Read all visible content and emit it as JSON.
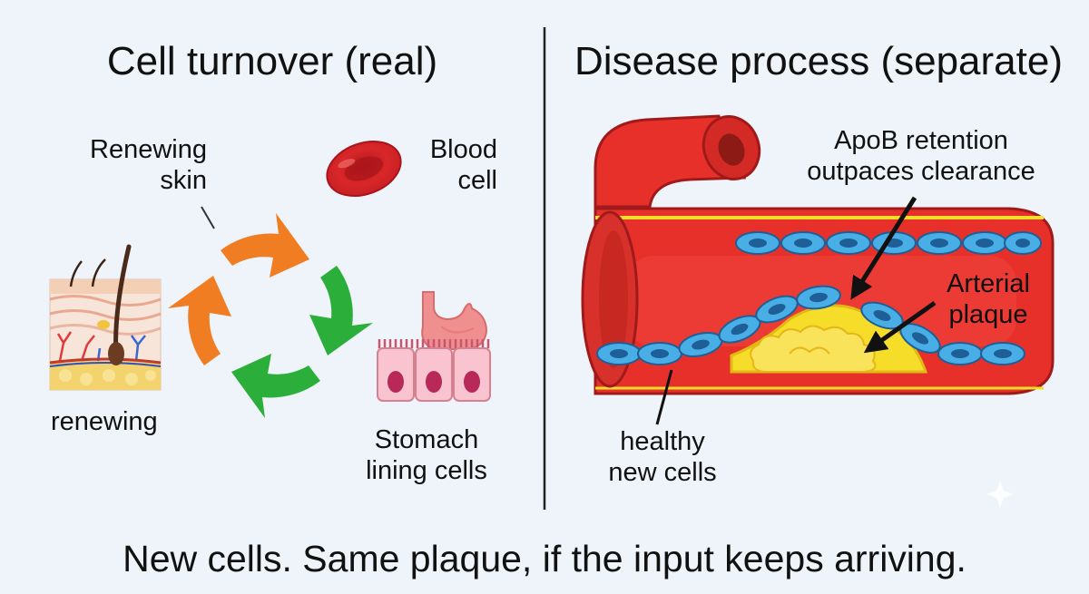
{
  "left_panel": {
    "title": "Cell turnover (real)",
    "labels": {
      "renewing_skin": "Renewing\nskin",
      "blood_cell": "Blood\ncell",
      "renewing": "renewing",
      "stomach_lining": "Stomach\nlining cells"
    }
  },
  "right_panel": {
    "title": "Disease process (separate)",
    "labels": {
      "apob": "ApoB retention\noutpaces clearance",
      "plaque": "Arterial\nplaque",
      "healthy_cells": "healthy\nnew cells"
    }
  },
  "footer": "New cells. Same plaque, if the input keeps arriving.",
  "colors": {
    "background": "#eef4f9",
    "cycle_orange": "#f07d22",
    "cycle_green": "#2cae3a",
    "artery_red": "#e8302b",
    "plaque_yellow": "#f5dd2a",
    "endothelial_blue": "#4aaee6"
  }
}
